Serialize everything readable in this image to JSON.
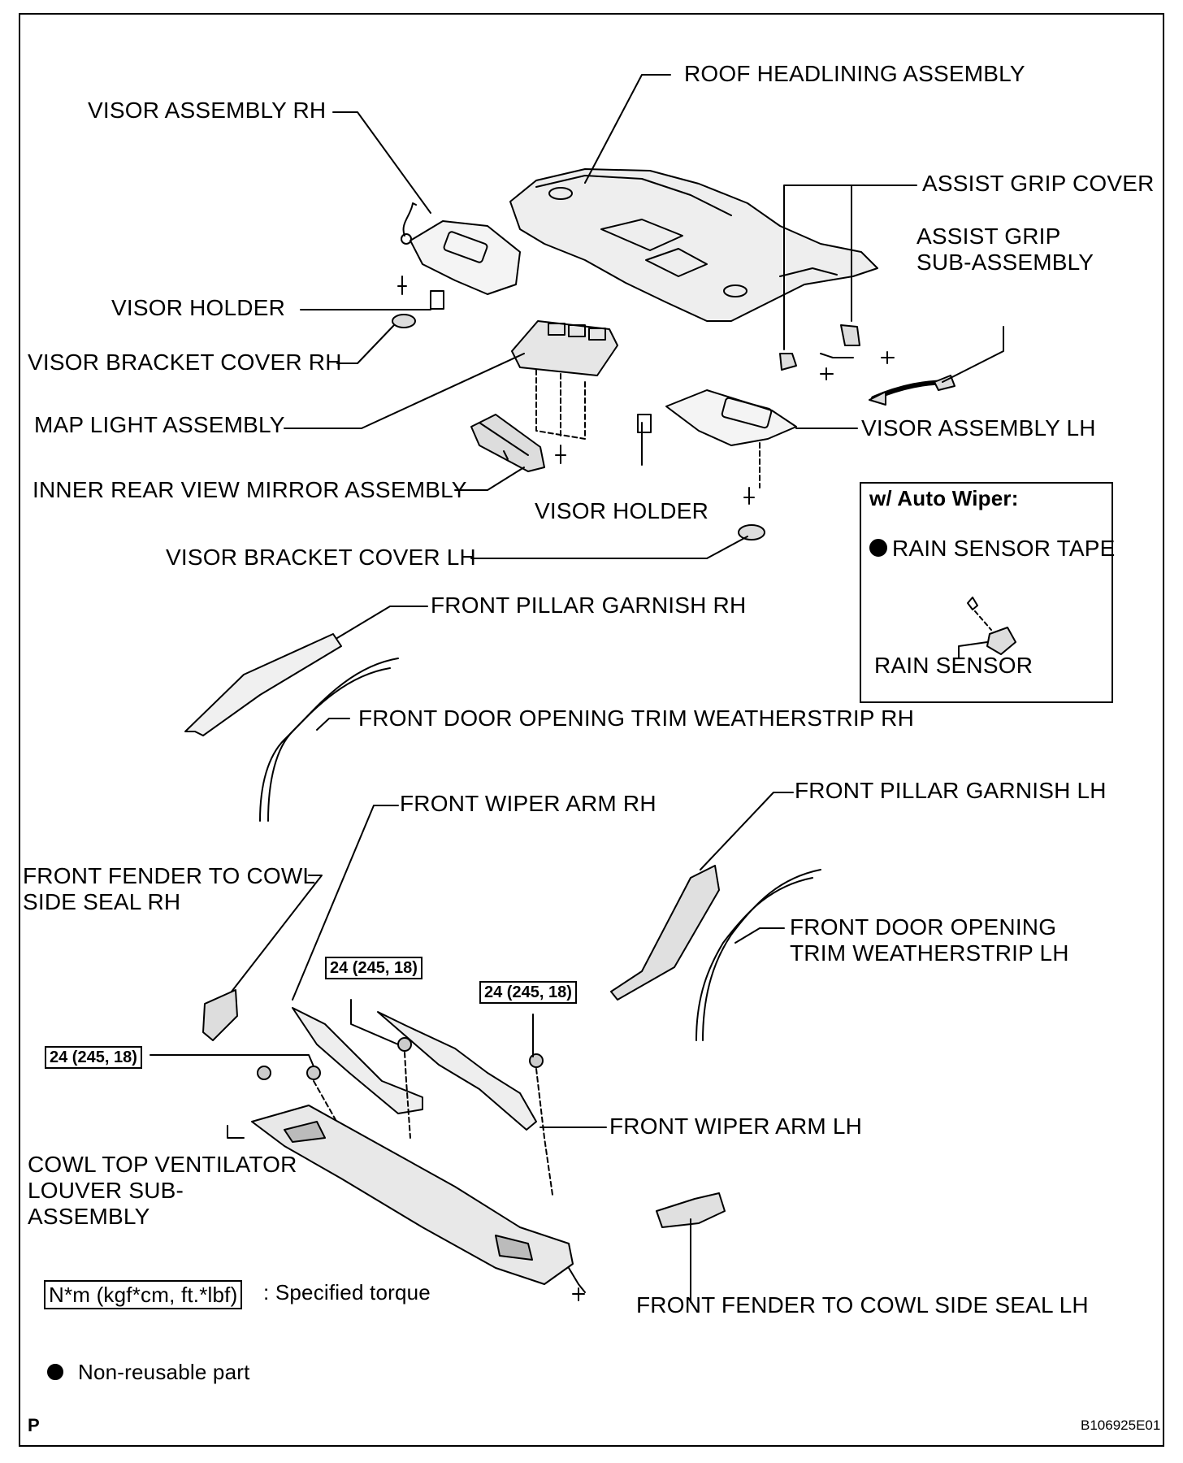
{
  "labels": {
    "roof_headlining": "ROOF HEADLINING ASSEMBLY",
    "visor_assembly_rh": "VISOR ASSEMBLY RH",
    "assist_grip_cover": "ASSIST GRIP COVER",
    "assist_grip_sub": "ASSIST GRIP SUB-ASSEMBLY",
    "visor_holder_1": "VISOR HOLDER",
    "visor_bracket_cover_rh": "VISOR BRACKET COVER RH",
    "map_light": "MAP LIGHT ASSEMBLY",
    "visor_assembly_lh": "VISOR ASSEMBLY LH",
    "inner_mirror": "INNER REAR VIEW MIRROR ASSEMBLY",
    "visor_holder_2": "VISOR HOLDER",
    "visor_bracket_cover_lh": "VISOR BRACKET COVER LH",
    "front_pillar_rh": "FRONT PILLAR GARNISH RH",
    "door_trim_rh": "FRONT DOOR OPENING TRIM WEATHERSTRIP RH",
    "wiper_arm_rh": "FRONT WIPER ARM RH",
    "front_pillar_lh": "FRONT PILLAR GARNISH LH",
    "fender_seal_rh": "FRONT FENDER TO COWL SIDE SEAL RH",
    "door_trim_lh": "FRONT DOOR OPENING TRIM WEATHERSTRIP LH",
    "wiper_arm_lh": "FRONT WIPER ARM LH",
    "cowl_louver": "COWL TOP VENTILATOR LOUVER SUB-ASSEMBLY",
    "fender_seal_lh": "FRONT FENDER TO COWL SIDE SEAL LH"
  },
  "torque": {
    "value_1": "24 (245, 18)",
    "value_2": "24 (245, 18)",
    "value_3": "24 (245, 18)"
  },
  "inset": {
    "title": "w/ Auto Wiper:",
    "tape": "RAIN SENSOR TAPE",
    "sensor": "RAIN SENSOR"
  },
  "legend": {
    "torque_box": "N*m (kgf*cm, ft.*lbf)",
    "torque_text": ": Specified torque",
    "nonreusable_text": "Non-reusable part"
  },
  "footer": {
    "page_letter": "P",
    "figure_code": "B106925E01"
  }
}
